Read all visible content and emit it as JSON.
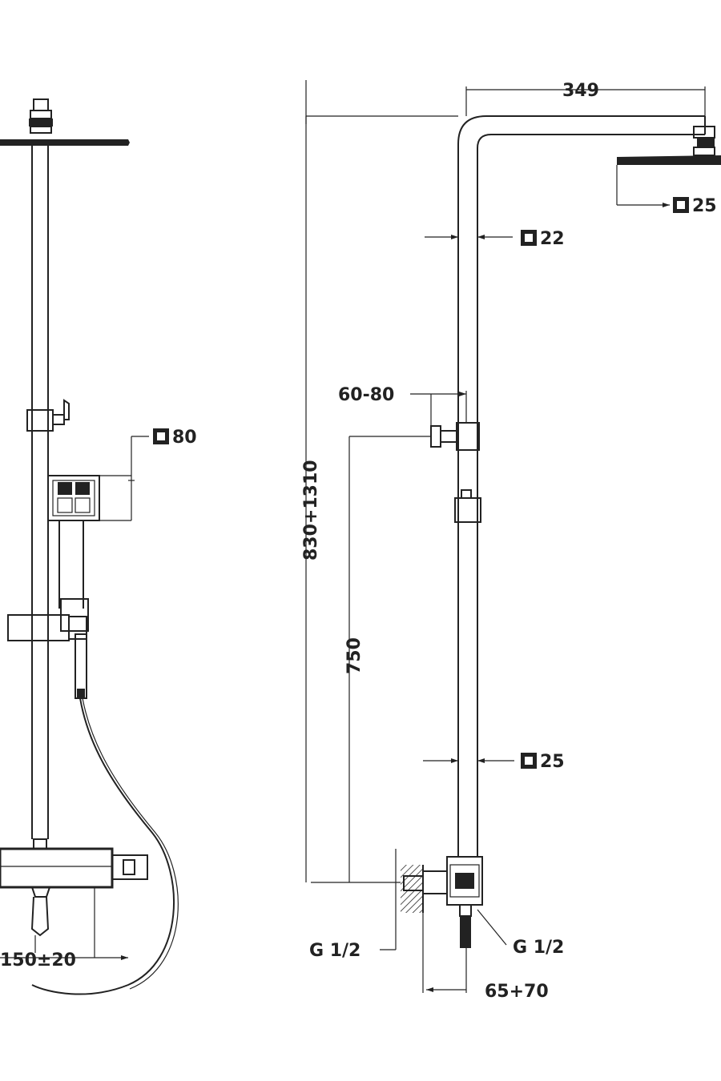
{
  "left_view": {
    "head_size": "80",
    "spacing": "150±20"
  },
  "side_view": {
    "arm_length": "349",
    "head_tube": "25",
    "upper_pipe": "22",
    "adjust_range": "60-80",
    "total_height": "830+1310",
    "inlet_height": "750",
    "lower_pipe": "25",
    "wall_thread": "G 1/2",
    "valve_thread": "G 1/2",
    "wall_offset": "65+70"
  },
  "colors": {
    "line": "#222222",
    "background": "#ffffff"
  }
}
